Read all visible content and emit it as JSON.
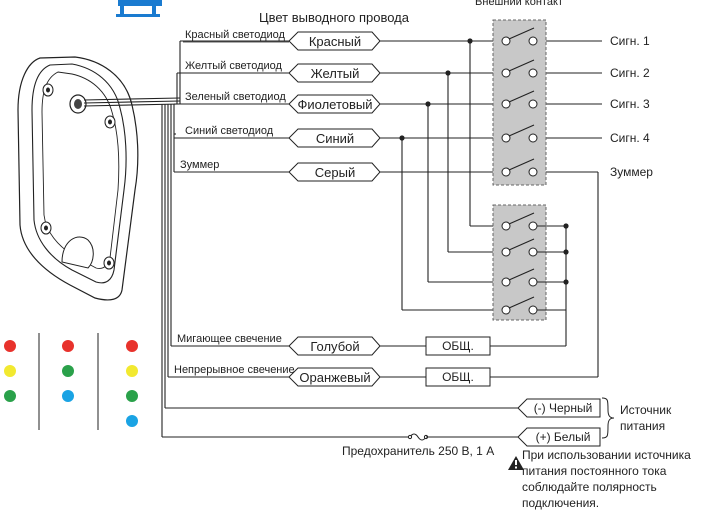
{
  "header": {
    "wire_color_title": "Цвет выводного провода",
    "external_contact": "Внешний контакт"
  },
  "signals": [
    {
      "label": "Красный светодиод",
      "wire": "Красный",
      "output": "Сигн. 1"
    },
    {
      "label": "Желтый светодиод",
      "wire": "Желтый",
      "output": "Сигн. 2"
    },
    {
      "label": "Зеленый светодиод",
      "wire": "Фиолетовый",
      "output": "Сигн. 3"
    },
    {
      "label": "Синий светодиод",
      "wire": "Синий",
      "output": "Сигн. 4"
    },
    {
      "label": "Зуммер",
      "wire": "Серый",
      "output": "Зуммер"
    }
  ],
  "commons": [
    {
      "label": "Мигающее свечение",
      "wire": "Голубой",
      "box": "ОБЩ."
    },
    {
      "label": "Непрерывное свечение",
      "wire": "Оранжевый",
      "box": "ОБЩ."
    }
  ],
  "power": {
    "neg": "(-) Черный",
    "pos": "(+) Белый",
    "source_line1": "Источник",
    "source_line2": "питания",
    "fuse": "Предохранитель 250 В, 1 А"
  },
  "warning": {
    "lines": [
      "При использовании источника",
      "питания постоянного тока",
      "соблюдайте полярность",
      "подключения."
    ]
  },
  "colors": {
    "relay_fill": "#c8c8c8",
    "led_red": "#e8322c",
    "led_yellow": "#f2e930",
    "led_green": "#2aa14a",
    "led_blue": "#1aa3e4",
    "title_blue": "#1a7bd0"
  },
  "led_columns": [
    [
      "red",
      "yellow",
      "green"
    ],
    [
      "red",
      "green",
      "blue"
    ],
    [
      "red",
      "yellow",
      "green",
      "blue"
    ]
  ]
}
